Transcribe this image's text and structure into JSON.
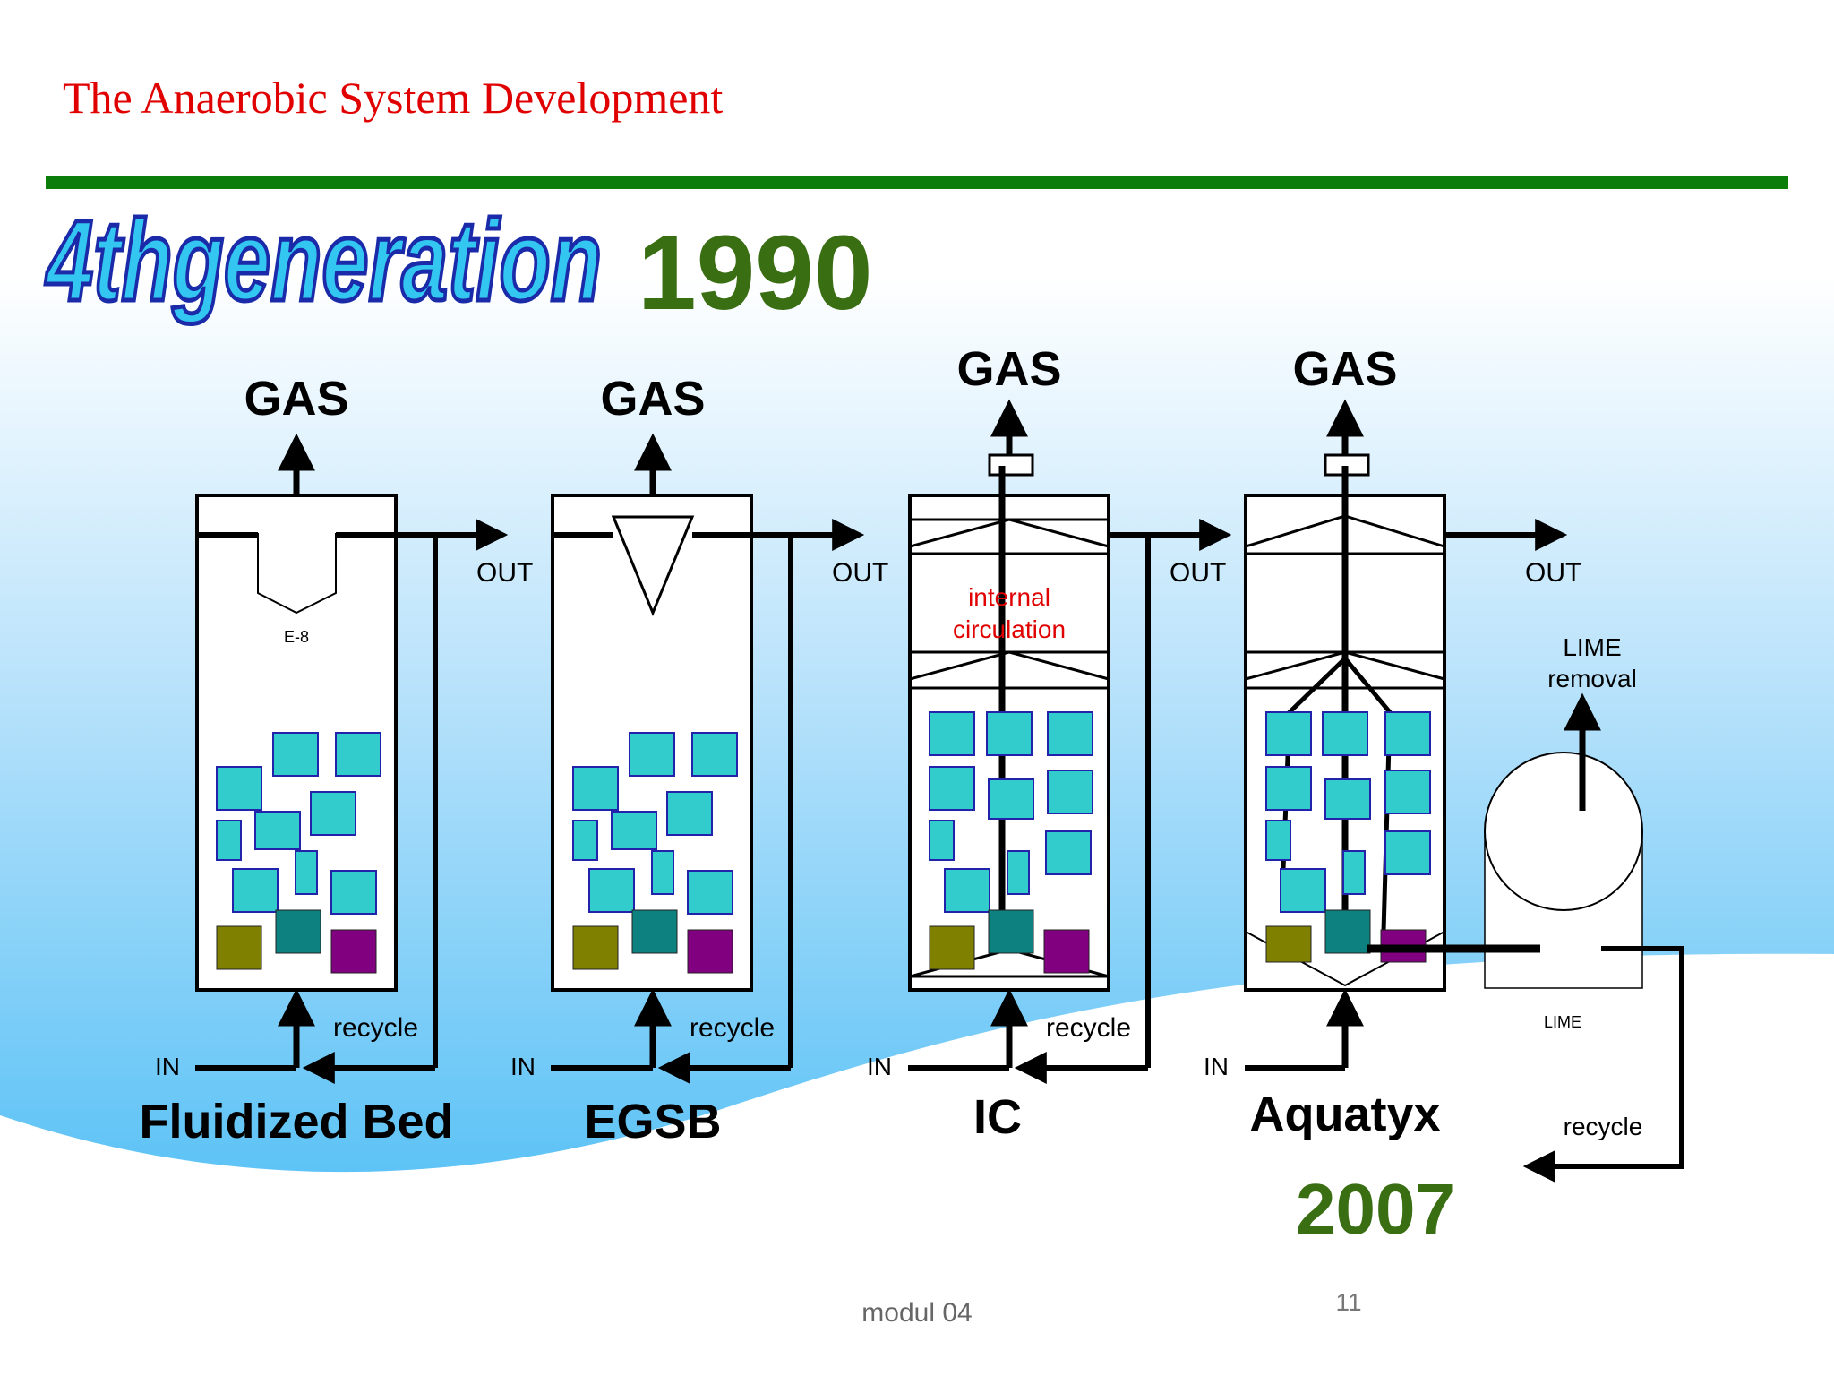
{
  "slide": {
    "title": "The Anaerobic System Development",
    "generation_wordart": "4thgeneration",
    "year_start": "1990",
    "year_end": "2007",
    "footer": "modul 04",
    "page_number": "11"
  },
  "labels": {
    "gas": "GAS",
    "out": "OUT",
    "in": "IN",
    "recycle": "recycle"
  },
  "reactors": [
    {
      "name": "Fluidized Bed",
      "inner_label": "E-8"
    },
    {
      "name": "EGSB"
    },
    {
      "name": "IC",
      "inner_label_1": "internal",
      "inner_label_2": "circulation"
    },
    {
      "name": "Aquatyx"
    }
  ],
  "lime": {
    "top_label_1": "LIME",
    "top_label_2": "removal",
    "tank_label": "LIME",
    "recycle": "recycle"
  },
  "colors": {
    "title_red": "#e00000",
    "rule_green": "#0a7d0a",
    "year_green": "#3a6e12",
    "granule_cyan": "#33cccc",
    "granule_teal": "#0d8080",
    "granule_olive": "#808000",
    "granule_purple": "#800080",
    "wordart_fill": "#33c6f0",
    "wordart_outline": "#1a2aa8"
  }
}
